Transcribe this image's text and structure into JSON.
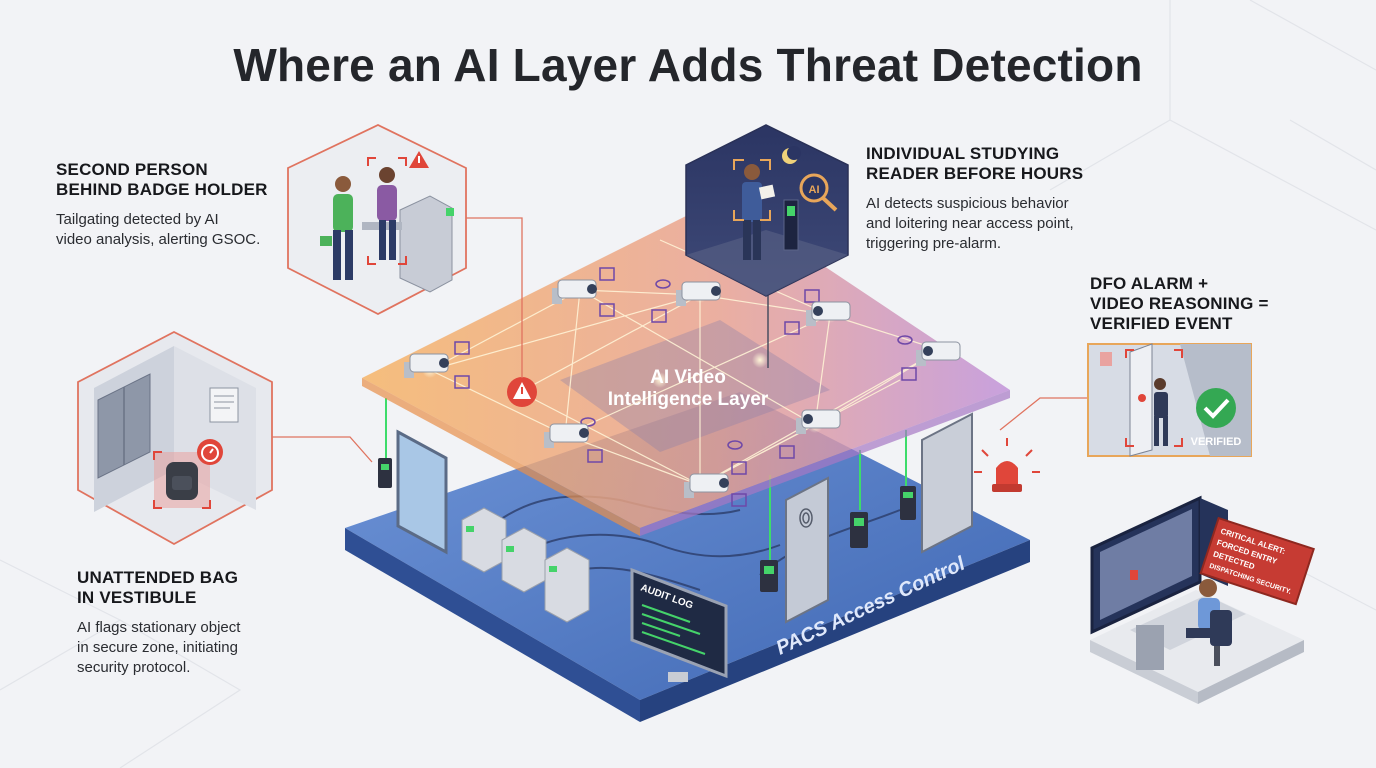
{
  "title": "Where an AI Layer Adds Threat Detection",
  "callouts": {
    "tailgating": {
      "heading_lines": [
        "SECOND PERSON",
        "BEHIND BADGE HOLDER"
      ],
      "desc_lines": [
        "Tailgating detected by AI",
        "video analysis, alerting GSOC."
      ]
    },
    "loitering": {
      "heading_lines": [
        "INDIVIDUAL STUDYING",
        "READER BEFORE HOURS"
      ],
      "desc_lines": [
        "AI detects suspicious behavior",
        "and loitering near access point,",
        "triggering pre-alarm."
      ]
    },
    "dfo": {
      "heading_lines": [
        "DFO ALARM +",
        "VIDEO REASONING =",
        "VERIFIED EVENT"
      ]
    },
    "bag": {
      "heading_lines": [
        "UNATTENDED BAG",
        "IN VESTIBULE"
      ],
      "desc_lines": [
        "AI flags stationary object",
        "in secure zone, initiating",
        "security protocol."
      ]
    }
  },
  "layers": {
    "ai_label_line1": "AI Video",
    "ai_label_line2": "Intelligence Layer",
    "pacs_label": "PACS Access Control"
  },
  "audit_log_label": "AUDIT LOG",
  "verified_badge": "VERIFIED",
  "gsoc_alert": {
    "lines": [
      "CRITICAL ALERT:",
      "FORCED ENTRY",
      "DETECTED",
      "DISPATCHING SECURITY."
    ]
  },
  "colors": {
    "alert_red": "#e0463a",
    "ai_orange": "#f3a95a",
    "ai_purple": "#b98ad6",
    "pacs_blue": "#4f79c4",
    "verified_green": "#34a853",
    "callout_line": "#e0735f"
  },
  "icons": {
    "warning": "warning-triangle-icon",
    "timer": "timer-icon",
    "check": "check-icon",
    "moon": "moon-icon",
    "magnifier": "ai-magnifier-icon",
    "beacon": "alarm-beacon-icon",
    "camera": "security-camera-icon",
    "fingerprint": "fingerprint-icon"
  }
}
